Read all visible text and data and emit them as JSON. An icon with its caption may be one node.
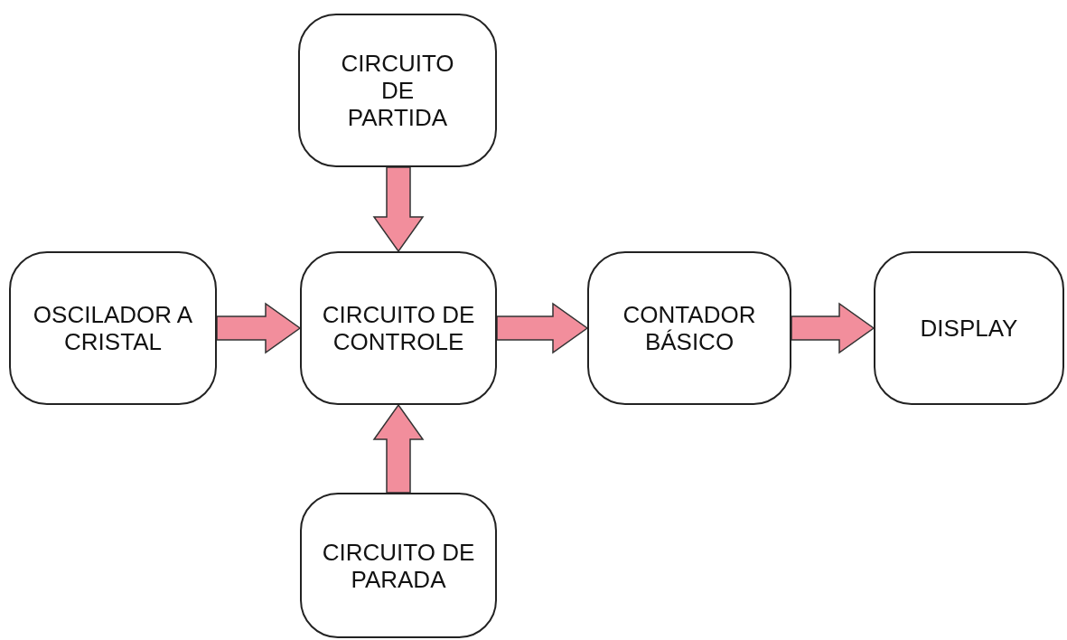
{
  "diagram": {
    "nodes": [
      {
        "text": [
          "CIRCUITO DE PARTIDA"
        ]
      },
      {
        "text": [
          "OSCILADOR A CRISTAL"
        ]
      },
      {
        "text": [
          "CIRCUITO DE CONTROLE"
        ]
      },
      {
        "text": [
          "CONTADOR BÁSICO"
        ]
      },
      {
        "text": [
          "DISPLAY"
        ]
      },
      {
        "text": [
          "CIRCUITO DE PARADA"
        ]
      }
    ],
    "edges": [
      {
        "from": 0,
        "to": 2,
        "arrow": "to"
      },
      {
        "from": 1,
        "to": 2,
        "arrow": "to"
      },
      {
        "from": 5,
        "to": 2,
        "arrow": "to"
      },
      {
        "from": 2,
        "to": 3,
        "arrow": "to"
      },
      {
        "from": 3,
        "to": 4,
        "arrow": "to"
      }
    ]
  }
}
